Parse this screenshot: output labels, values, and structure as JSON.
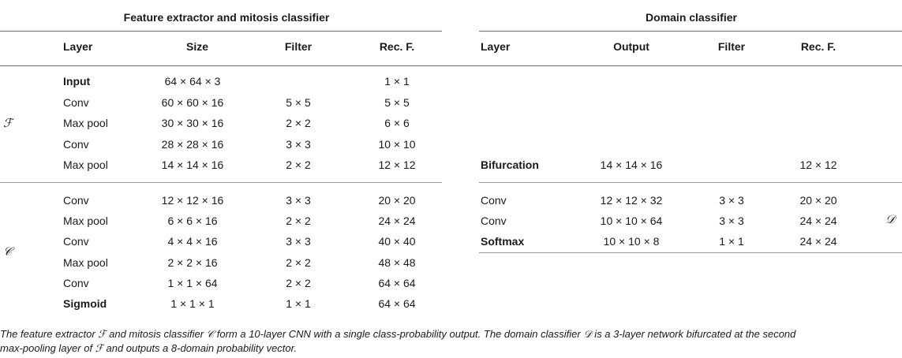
{
  "group_headers": {
    "left": "Feature extractor and mitosis classifier",
    "right": "Domain classifier"
  },
  "left_columns": [
    "Layer",
    "Size",
    "Filter",
    "Rec. F."
  ],
  "right_columns": [
    "Layer",
    "Output",
    "Filter",
    "Rec. F."
  ],
  "left_rows": [
    {
      "layer": "Input",
      "size": "64 × 64 × 3",
      "filter": "",
      "rec": "1 × 1"
    },
    {
      "layer": "Conv",
      "size": "60 × 60 × 16",
      "filter": "5 × 5",
      "rec": "5 × 5"
    },
    {
      "layer": "Max pool",
      "size": "30 × 30 × 16",
      "filter": "2 × 2",
      "rec": "6 × 6"
    },
    {
      "layer": "Conv",
      "size": "28 × 28 × 16",
      "filter": "3 × 3",
      "rec": "10 × 10"
    },
    {
      "layer": "Max pool",
      "size": "14 × 14 × 16",
      "filter": "2 × 2",
      "rec": "12 × 12"
    },
    {
      "layer": "Conv",
      "size": "12 × 12 × 16",
      "filter": "3 × 3",
      "rec": "20 × 20"
    },
    {
      "layer": "Max pool",
      "size": "6 × 6 × 16",
      "filter": "2 × 2",
      "rec": "24 × 24"
    },
    {
      "layer": "Conv",
      "size": "4 × 4 × 16",
      "filter": "3 × 3",
      "rec": "40 × 40"
    },
    {
      "layer": "Max pool",
      "size": "2 × 2 × 16",
      "filter": "2 × 2",
      "rec": "48 × 48"
    },
    {
      "layer": "Conv",
      "size": "1 × 1 × 64",
      "filter": "2 × 2",
      "rec": "64 × 64"
    },
    {
      "layer": "Sigmoid",
      "size": "1 × 1 × 1",
      "filter": "1 × 1",
      "rec": "64 × 64"
    }
  ],
  "right_rows": [
    {
      "layer": "Bifurcation",
      "output": "14 × 14 × 16",
      "filter": "",
      "rec": "12 × 12"
    },
    {
      "layer": "Conv",
      "output": "12 × 12 × 32",
      "filter": "3 × 3",
      "rec": "20 × 20"
    },
    {
      "layer": "Conv",
      "output": "10 × 10 × 64",
      "filter": "3 × 3",
      "rec": "24 × 24"
    },
    {
      "layer": "Softmax",
      "output": "10 × 10 × 8",
      "filter": "1 × 1",
      "rec": "24 × 24"
    }
  ],
  "side_labels": {
    "F": "ℱ",
    "C": "𝒞",
    "D": "𝒟"
  },
  "caption": {
    "line1": "The feature extractor ℱ and mitosis classifier 𝒞 form a 10-layer CNN with a single class-probability output. The domain classifier 𝒟 is a 3-layer network bifurcated at the second",
    "line2": "max-pooling layer of ℱ and outputs a 8-domain probability vector."
  }
}
